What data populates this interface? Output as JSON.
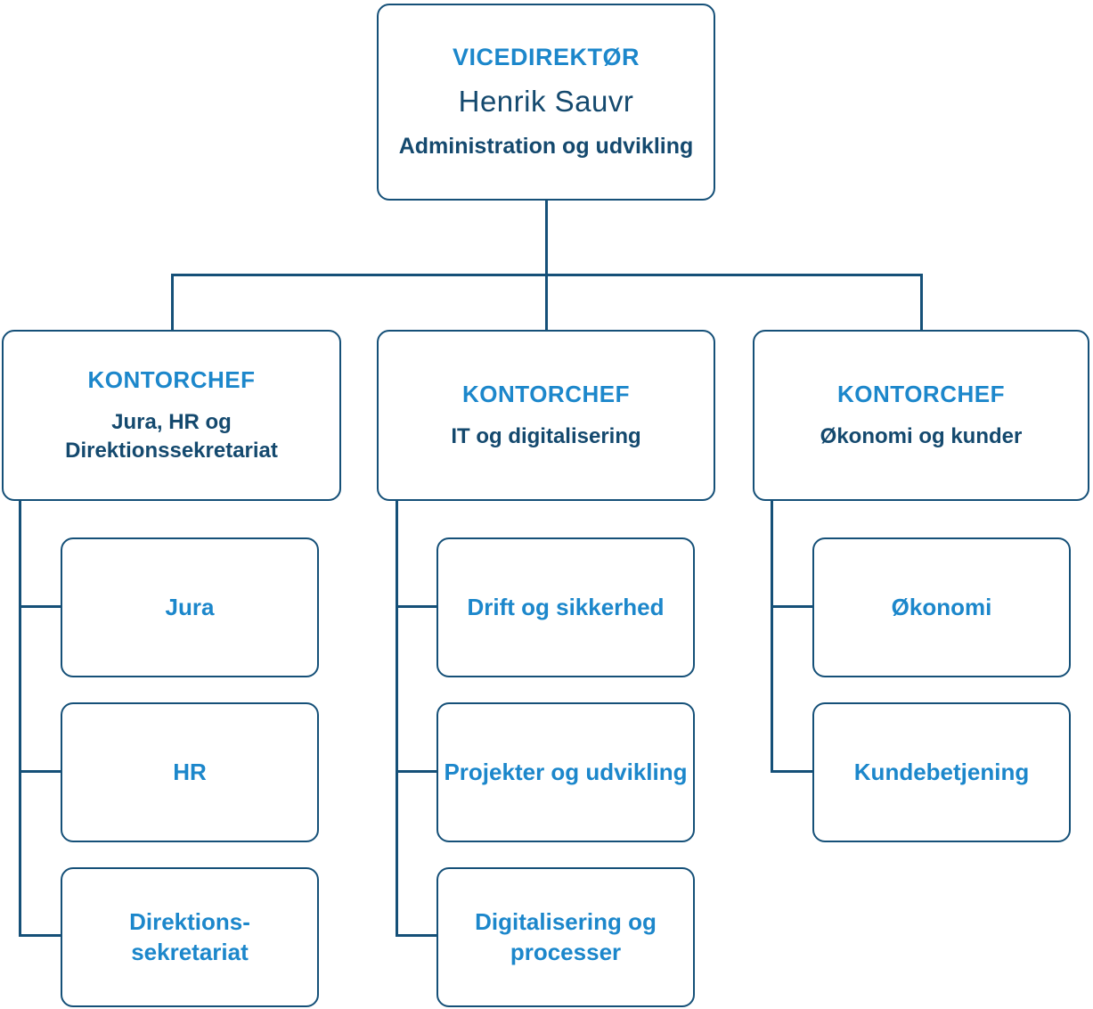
{
  "colors": {
    "accent": "#1c87cb",
    "navy": "#14496e",
    "line": "#155078"
  },
  "root": {
    "title": "VICEDIREKTØR",
    "name": "Henrik Sauvr",
    "department": "Administration og udvikling"
  },
  "columns": [
    {
      "header": {
        "title": "KONTORCHEF",
        "department": "Jura, HR og\nDirektionssekretariat"
      },
      "children": [
        {
          "label": "Jura"
        },
        {
          "label": "HR"
        },
        {
          "label": "Direktions-\nsekretariat"
        }
      ]
    },
    {
      "header": {
        "title": "KONTORCHEF",
        "department": "IT og digitalisering"
      },
      "children": [
        {
          "label": "Drift og sikkerhed"
        },
        {
          "label": "Projekter og udvikling"
        },
        {
          "label": "Digitalisering og\nprocesser"
        }
      ]
    },
    {
      "header": {
        "title": "KONTORCHEF",
        "department": "Økonomi og kunder"
      },
      "children": [
        {
          "label": "Økonomi"
        },
        {
          "label": "Kundebetjening"
        }
      ]
    }
  ]
}
